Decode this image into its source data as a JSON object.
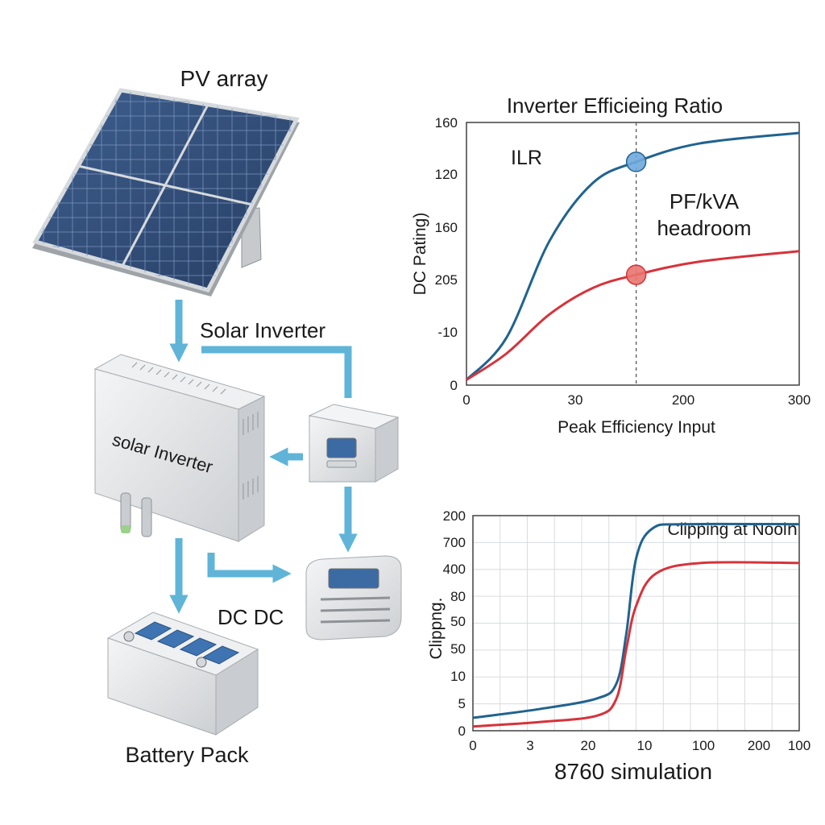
{
  "colors": {
    "blue_series": "#20638f",
    "red_series": "#d6333b",
    "arrow": "#5fb4d8",
    "panel_glass": "#2e4a74",
    "device": "#e4e6e8",
    "grid": "#d9dcdf"
  },
  "diagram": {
    "labels": {
      "pv_array": "PV array",
      "solar_inverter_top": "Solar Inverter",
      "solar_inverter_body": "solar Inverter",
      "dc_dc": "DC DC",
      "battery_pack": "Battery Pack"
    },
    "components": [
      {
        "name": "pv-array",
        "icon": "solar-panel-icon"
      },
      {
        "name": "solar-inverter",
        "icon": "inverter-box-icon"
      },
      {
        "name": "meter",
        "icon": "meter-icon"
      },
      {
        "name": "dc-dc-converter",
        "icon": "dc-dc-converter-icon"
      },
      {
        "name": "battery-pack",
        "icon": "battery-icon"
      }
    ]
  },
  "chart_data": [
    {
      "type": "line",
      "title": "Inverter Efficieing Ratio",
      "xlabel": "Peak Efficiency Input",
      "ylabel": "DC Pating)",
      "x_ticks": [
        "0",
        "30",
        "200",
        "300"
      ],
      "y_ticks": [
        "0",
        "-10",
        "205",
        "160",
        "120",
        "160"
      ],
      "annotations": [
        "ILR",
        "PF/kVA",
        "headroom"
      ],
      "marker_x_fraction": 0.51,
      "grid": false,
      "series": [
        {
          "color": "#20638f",
          "points": [
            [
              0,
              0.02
            ],
            [
              0.12,
              0.18
            ],
            [
              0.25,
              0.55
            ],
            [
              0.38,
              0.77
            ],
            [
              0.51,
              0.85
            ],
            [
              0.7,
              0.92
            ],
            [
              1.0,
              0.96
            ]
          ]
        },
        {
          "color": "#d6333b",
          "points": [
            [
              0,
              0.02
            ],
            [
              0.12,
              0.12
            ],
            [
              0.25,
              0.27
            ],
            [
              0.38,
              0.37
            ],
            [
              0.51,
              0.42
            ],
            [
              0.7,
              0.47
            ],
            [
              1.0,
              0.51
            ]
          ]
        }
      ],
      "highlight_points": [
        {
          "series": 0,
          "x": 0.51,
          "y": 0.85
        },
        {
          "series": 1,
          "x": 0.51,
          "y": 0.42
        }
      ]
    },
    {
      "type": "line",
      "title": "",
      "annotation": "Clipping at Noolո",
      "xlabel": "8760 simulation",
      "ylabel": "Clippng.",
      "x_ticks": [
        "0",
        "3",
        "20",
        "10",
        "100",
        "200",
        "100"
      ],
      "y_ticks": [
        "0",
        "5",
        "10",
        "50",
        "50",
        "80",
        "400",
        "700",
        "200"
      ],
      "grid": true,
      "series": [
        {
          "color": "#20638f",
          "points": [
            [
              0,
              0.06
            ],
            [
              0.2,
              0.1
            ],
            [
              0.38,
              0.15
            ],
            [
              0.44,
              0.22
            ],
            [
              0.47,
              0.45
            ],
            [
              0.5,
              0.8
            ],
            [
              0.55,
              0.94
            ],
            [
              0.65,
              0.96
            ],
            [
              1.0,
              0.96
            ]
          ]
        },
        {
          "color": "#d6333b",
          "points": [
            [
              0,
              0.02
            ],
            [
              0.2,
              0.04
            ],
            [
              0.38,
              0.07
            ],
            [
              0.44,
              0.15
            ],
            [
              0.47,
              0.38
            ],
            [
              0.5,
              0.58
            ],
            [
              0.56,
              0.73
            ],
            [
              0.7,
              0.78
            ],
            [
              1.0,
              0.78
            ]
          ]
        }
      ]
    }
  ]
}
